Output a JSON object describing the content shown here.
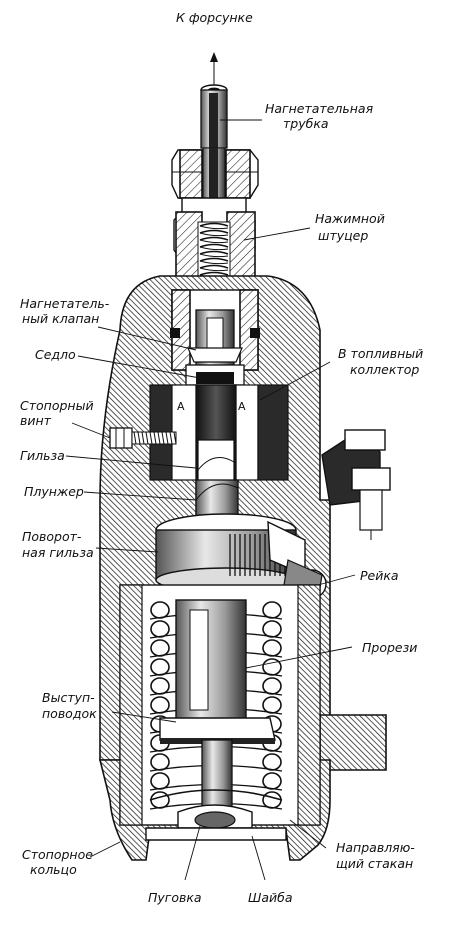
{
  "labels": {
    "to_injector": "К форсунке",
    "delivery_tube_1": "Нагнетательная",
    "delivery_tube_2": "трубка",
    "pressure_fitting_1": "Нажимной",
    "pressure_fitting_2": "штуцер",
    "delivery_valve_1": "Нагнетатель-",
    "delivery_valve_2": "ный клапан",
    "seat": "Седло",
    "to_fuel_gallery_1": "В топливный",
    "to_fuel_gallery_2": "коллектор",
    "lock_screw_1": "Стопорный",
    "lock_screw_2": "винт",
    "sleeve": "Гильза",
    "plunger": "Плунжер",
    "rotary_sleeve_1": "Поворот-",
    "rotary_sleeve_2": "ная гильза",
    "rack": "Рейка",
    "slots": "Прорези",
    "lug_1": "Выступ-",
    "lug_2": "поводок",
    "lock_ring_1": "Стопорное",
    "lock_ring_2": "кольцо",
    "guide_cup_1": "Направляю-",
    "guide_cup_2": "щий стакан",
    "button": "Пуговка",
    "washer": "Шайба",
    "chamber_mark_left": "А",
    "chamber_mark_right": "А"
  }
}
